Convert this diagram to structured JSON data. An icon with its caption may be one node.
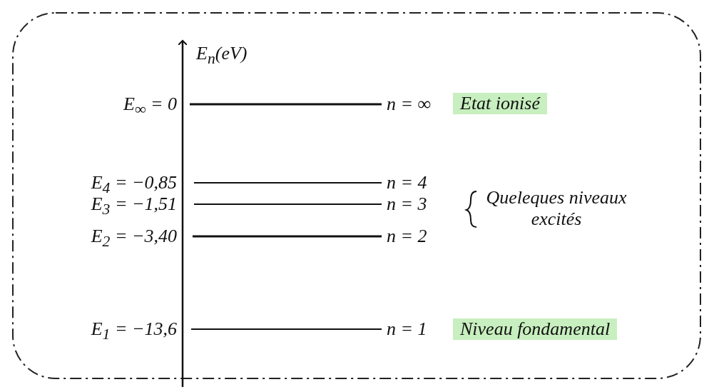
{
  "diagram": {
    "labels": [
      "E$_{n}$(eV)",
      "E$_{∞}$ = 0",
      "n = ∞",
      "Etat ionisé",
      "E$_{4}$ = −0,85",
      "n = 4",
      "Queleques niveaux excités",
      "E$_{3}$ = −1,51",
      "n = 3",
      "E$_{2}$ = −3,40",
      "n = 2",
      "E$_{1}$ = −13,6",
      "n = 1",
      "Niveau fondamental"
    ]
  }
}
